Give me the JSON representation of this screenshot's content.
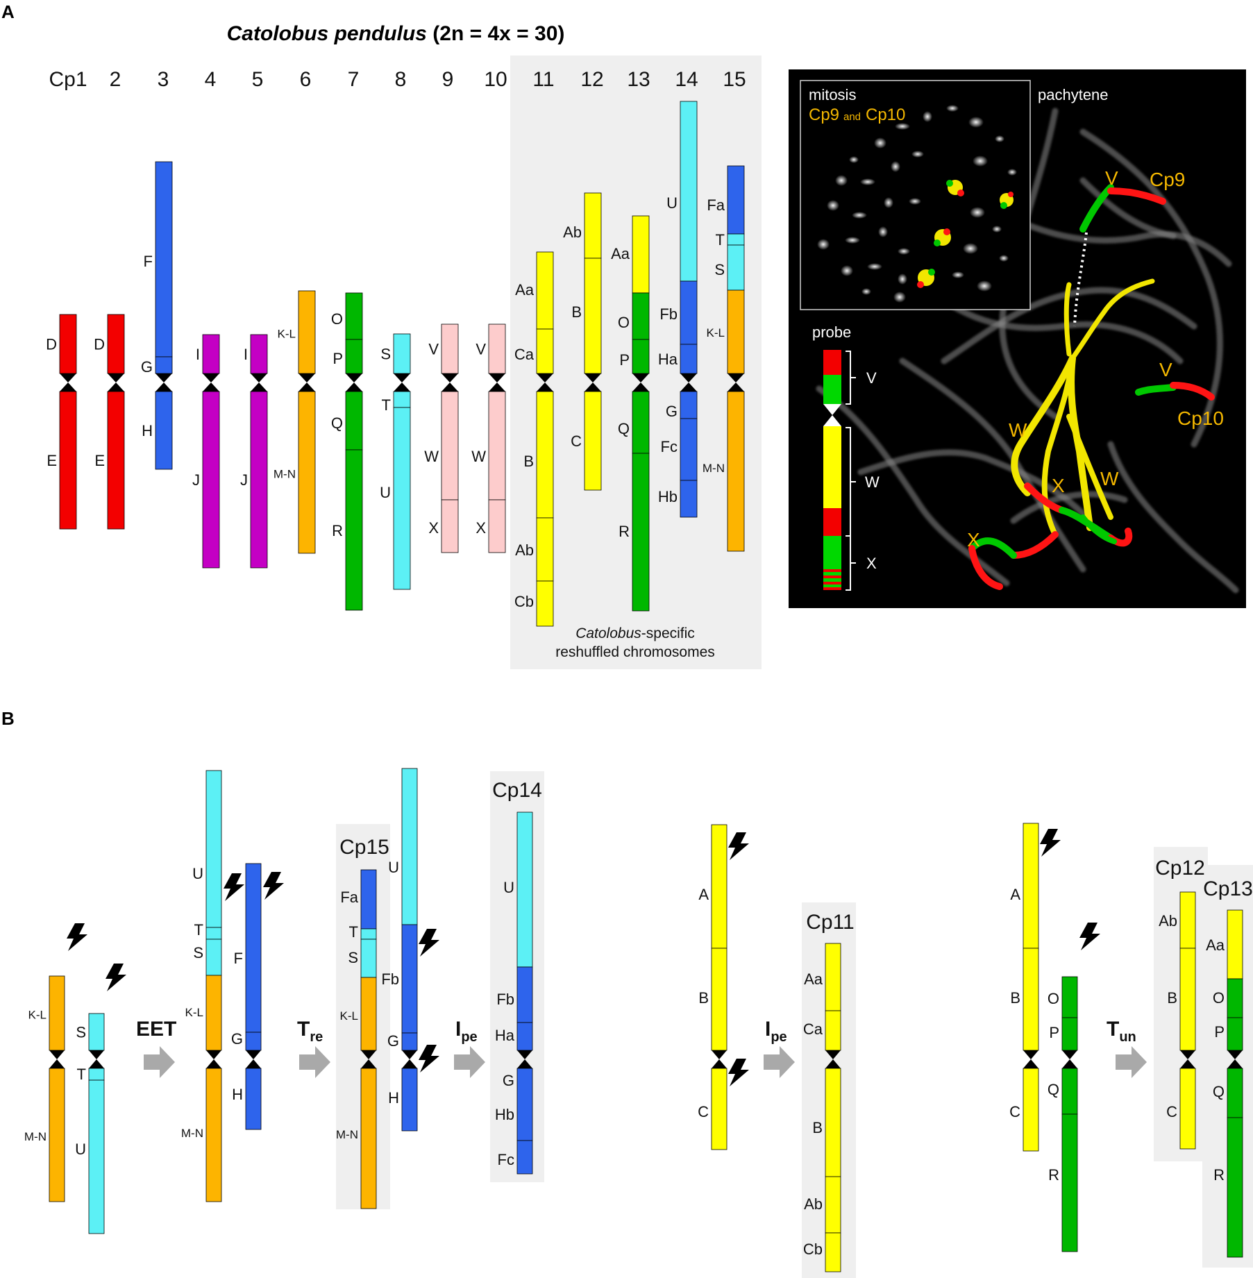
{
  "colors": {
    "red": "#f30000",
    "blue": "#2e64ec",
    "magenta": "#c400c4",
    "orange": "#fdb400",
    "green": "#00b700",
    "cyan": "#5cf0f5",
    "pink": "#fdcccc",
    "yellow": "#ffff00",
    "shade": "#efefef",
    "arrow": "#a9a9a9",
    "micro_bg": "#000000",
    "micro_label": "#f5b800"
  },
  "panelA": {
    "label": "A",
    "title_italic": "Catolobus pendulus",
    "title_rest": " (2n = 4x = 30)",
    "numbers": [
      "Cp1",
      "2",
      "3",
      "4",
      "5",
      "6",
      "7",
      "8",
      "9",
      "10",
      "11",
      "12",
      "13",
      "14",
      "15"
    ],
    "caption_italic": "Catolobus",
    "caption_line1_rest": "-specific",
    "caption_line2": "reshuffled chromosomes",
    "chromosomes": [
      {
        "id": "Cp1",
        "top": [
          {
            "label": "D",
            "color": "red"
          }
        ],
        "bottom": [
          {
            "label": "E",
            "color": "red"
          }
        ]
      },
      {
        "id": "2",
        "top": [
          {
            "label": "D",
            "color": "red"
          }
        ],
        "bottom": [
          {
            "label": "E",
            "color": "red"
          }
        ]
      },
      {
        "id": "3",
        "top": [
          {
            "label": "F",
            "color": "blue"
          },
          {
            "label": "G",
            "color": "blue"
          }
        ],
        "bottom": [
          {
            "label": "H",
            "color": "blue"
          }
        ]
      },
      {
        "id": "4",
        "top": [
          {
            "label": "I",
            "color": "magenta"
          }
        ],
        "bottom": [
          {
            "label": "J",
            "color": "magenta"
          }
        ]
      },
      {
        "id": "5",
        "top": [
          {
            "label": "I",
            "color": "magenta"
          }
        ],
        "bottom": [
          {
            "label": "J",
            "color": "magenta"
          }
        ]
      },
      {
        "id": "6",
        "top": [
          {
            "label": "K-L",
            "color": "orange"
          }
        ],
        "bottom": [
          {
            "label": "M-N",
            "color": "orange"
          }
        ]
      },
      {
        "id": "7",
        "top": [
          {
            "label": "O",
            "color": "green"
          },
          {
            "label": "P",
            "color": "green"
          }
        ],
        "bottom": [
          {
            "label": "Q",
            "color": "green"
          },
          {
            "label": "R",
            "color": "green"
          }
        ]
      },
      {
        "id": "8",
        "top": [
          {
            "label": "S",
            "color": "cyan"
          }
        ],
        "bottom": [
          {
            "label": "T",
            "color": "cyan"
          },
          {
            "label": "U",
            "color": "cyan"
          }
        ]
      },
      {
        "id": "9",
        "top": [
          {
            "label": "V",
            "color": "pink"
          }
        ],
        "bottom": [
          {
            "label": "W",
            "color": "pink"
          },
          {
            "label": "X",
            "color": "pink"
          }
        ]
      },
      {
        "id": "10",
        "top": [
          {
            "label": "V",
            "color": "pink"
          }
        ],
        "bottom": [
          {
            "label": "W",
            "color": "pink"
          },
          {
            "label": "X",
            "color": "pink"
          }
        ]
      },
      {
        "id": "11",
        "top": [
          {
            "label": "Aa",
            "color": "yellow"
          },
          {
            "label": "Ca",
            "color": "yellow"
          }
        ],
        "bottom": [
          {
            "label": "B",
            "color": "yellow"
          },
          {
            "label": "Ab",
            "color": "yellow"
          },
          {
            "label": "Cb",
            "color": "yellow"
          }
        ]
      },
      {
        "id": "12",
        "top": [
          {
            "label": "Ab",
            "color": "yellow"
          },
          {
            "label": "B",
            "color": "yellow"
          }
        ],
        "bottom": [
          {
            "label": "C",
            "color": "yellow"
          }
        ]
      },
      {
        "id": "13",
        "top": [
          {
            "label": "Aa",
            "color": "yellow"
          },
          {
            "label": "O",
            "color": "green"
          },
          {
            "label": "P",
            "color": "green"
          }
        ],
        "bottom": [
          {
            "label": "Q",
            "color": "green"
          },
          {
            "label": "R",
            "color": "green"
          }
        ]
      },
      {
        "id": "14",
        "top": [
          {
            "label": "U",
            "color": "cyan"
          },
          {
            "label": "Fb",
            "color": "blue"
          },
          {
            "label": "Ha",
            "color": "blue"
          }
        ],
        "bottom": [
          {
            "label": "G",
            "color": "blue"
          },
          {
            "label": "Fc",
            "color": "blue"
          },
          {
            "label": "Hb",
            "color": "blue"
          }
        ]
      },
      {
        "id": "15",
        "top": [
          {
            "label": "Fa",
            "color": "blue"
          },
          {
            "label": "T",
            "color": "cyan"
          },
          {
            "label": "S",
            "color": "cyan"
          },
          {
            "label": "K-L",
            "color": "orange"
          }
        ],
        "bottom": [
          {
            "label": "M-N",
            "color": "orange"
          }
        ]
      }
    ],
    "micrograph": {
      "inset_title": "mitosis",
      "inset_cp9": "Cp9",
      "inset_and": "and",
      "inset_cp10": "Cp10",
      "stage": "pachytene",
      "probe_title": "probe",
      "probe_labels": [
        "V",
        "W",
        "X"
      ],
      "strand_labels": [
        "V",
        "Cp9",
        "V",
        "Cp10",
        "W",
        "W",
        "X",
        "X"
      ]
    }
  },
  "panelB": {
    "label": "B",
    "ops": [
      {
        "main": "EET",
        "sub": ""
      },
      {
        "main": "T",
        "sub": "re"
      },
      {
        "main": "I",
        "sub": "pe"
      },
      {
        "main": "I",
        "sub": "pe"
      },
      {
        "main": "T",
        "sub": "un"
      }
    ],
    "results": [
      "Cp15",
      "Cp14",
      "Cp11",
      "Cp12",
      "Cp13"
    ],
    "chromosomes": [
      {
        "top": [
          {
            "label": "K-L",
            "color": "orange"
          }
        ],
        "bottom": [
          {
            "label": "M-N",
            "color": "orange"
          }
        ]
      },
      {
        "top": [
          {
            "label": "S",
            "color": "cyan"
          }
        ],
        "bottom": [
          {
            "label": "T",
            "color": "cyan"
          },
          {
            "label": "U",
            "color": "cyan"
          }
        ]
      },
      {
        "top": [
          {
            "label": "U",
            "color": "cyan"
          },
          {
            "label": "T",
            "color": "cyan"
          },
          {
            "label": "S",
            "color": "cyan"
          },
          {
            "label": "K-L",
            "color": "orange"
          }
        ],
        "bottom": [
          {
            "label": "M-N",
            "color": "orange"
          }
        ]
      },
      {
        "top": [
          {
            "label": "F",
            "color": "blue"
          },
          {
            "label": "G",
            "color": "blue"
          }
        ],
        "bottom": [
          {
            "label": "H",
            "color": "blue"
          }
        ]
      },
      {
        "top": [
          {
            "label": "Fa",
            "color": "blue"
          },
          {
            "label": "T",
            "color": "cyan"
          },
          {
            "label": "S",
            "color": "cyan"
          },
          {
            "label": "K-L",
            "color": "orange"
          }
        ],
        "bottom": [
          {
            "label": "M-N",
            "color": "orange"
          }
        ]
      },
      {
        "top": [
          {
            "label": "U",
            "color": "cyan"
          },
          {
            "label": "Fb",
            "color": "blue"
          },
          {
            "label": "G",
            "color": "blue"
          }
        ],
        "bottom": [
          {
            "label": "H",
            "color": "blue"
          }
        ]
      },
      {
        "top": [
          {
            "label": "U",
            "color": "cyan"
          },
          {
            "label": "Fb",
            "color": "blue"
          },
          {
            "label": "Ha",
            "color": "blue"
          }
        ],
        "bottom": [
          {
            "label": "G",
            "color": "blue"
          },
          {
            "label": "Hb",
            "color": "blue"
          },
          {
            "label": "Fc",
            "color": "blue"
          }
        ]
      },
      {
        "top": [
          {
            "label": "A",
            "color": "yellow"
          },
          {
            "label": "B",
            "color": "yellow"
          }
        ],
        "bottom": [
          {
            "label": "C",
            "color": "yellow"
          }
        ]
      },
      {
        "top": [
          {
            "label": "Aa",
            "color": "yellow"
          },
          {
            "label": "Ca",
            "color": "yellow"
          }
        ],
        "bottom": [
          {
            "label": "B",
            "color": "yellow"
          },
          {
            "label": "Ab",
            "color": "yellow"
          },
          {
            "label": "Cb",
            "color": "yellow"
          }
        ]
      },
      {
        "top": [
          {
            "label": "A",
            "color": "yellow"
          },
          {
            "label": "B",
            "color": "yellow"
          }
        ],
        "bottom": [
          {
            "label": "C",
            "color": "yellow"
          }
        ]
      },
      {
        "top": [
          {
            "label": "O",
            "color": "green"
          },
          {
            "label": "P",
            "color": "green"
          }
        ],
        "bottom": [
          {
            "label": "Q",
            "color": "green"
          },
          {
            "label": "R",
            "color": "green"
          }
        ]
      },
      {
        "top": [
          {
            "label": "Ab",
            "color": "yellow"
          },
          {
            "label": "B",
            "color": "yellow"
          }
        ],
        "bottom": [
          {
            "label": "C",
            "color": "yellow"
          }
        ]
      },
      {
        "top": [
          {
            "label": "Aa",
            "color": "yellow"
          },
          {
            "label": "O",
            "color": "green"
          },
          {
            "label": "P",
            "color": "green"
          }
        ],
        "bottom": [
          {
            "label": "Q",
            "color": "green"
          },
          {
            "label": "R",
            "color": "green"
          }
        ]
      }
    ]
  }
}
